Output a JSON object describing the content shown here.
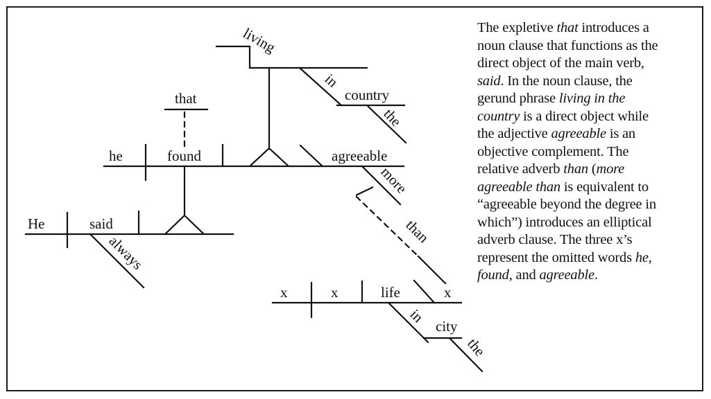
{
  "diagram": {
    "words": {
      "living": "living",
      "in_top": "in",
      "country": "country",
      "the_top": "the",
      "that": "that",
      "he": "he",
      "found": "found",
      "agreeable": "agreeable",
      "more": "more",
      "than": "than",
      "He": "He",
      "said": "said",
      "always": "always",
      "x1": "x",
      "x2": "x",
      "life": "life",
      "x3": "x",
      "in_bottom": "in",
      "city": "city",
      "the_bottom": "the"
    }
  },
  "explanation": {
    "lines": [
      [
        {
          "t": "The expletive "
        },
        {
          "t": "that",
          "i": true
        },
        {
          "t": " introduces a"
        }
      ],
      [
        {
          "t": "noun clause that functions as  the"
        }
      ],
      [
        {
          "t": "direct object of the main verb,"
        }
      ],
      [
        {
          "t": "said",
          "i": true
        },
        {
          "t": ". In the noun clause, the"
        }
      ],
      [
        {
          "t": "gerund phrase "
        },
        {
          "t": "living in the",
          "i": true
        }
      ],
      [
        {
          "t": "country",
          "i": true
        },
        {
          "t": " is a direct object while"
        }
      ],
      [
        {
          "t": "the adjective "
        },
        {
          "t": "agreeable",
          "i": true
        },
        {
          "t": " is an"
        }
      ],
      [
        {
          "t": "objective complement. The"
        }
      ],
      [
        {
          "t": "relative adverb "
        },
        {
          "t": "than",
          "i": true
        },
        {
          "t": " ("
        },
        {
          "t": "more",
          "i": true
        }
      ],
      [
        {
          "t": "agreeable than",
          "i": true
        },
        {
          "t": " is equivalent to"
        }
      ],
      [
        {
          "t": "“agreeable beyond the degree in"
        }
      ],
      [
        {
          "t": "which”) introduces an elliptical"
        }
      ],
      [
        {
          "t": "adverb clause. The three x’s"
        }
      ],
      [
        {
          "t": "represent the omitted words "
        },
        {
          "t": "he",
          "i": true
        },
        {
          "t": ","
        }
      ],
      [
        {
          "t": "found",
          "i": true
        },
        {
          "t": ", and "
        },
        {
          "t": "agreeable",
          "i": true
        },
        {
          "t": "."
        }
      ]
    ]
  }
}
